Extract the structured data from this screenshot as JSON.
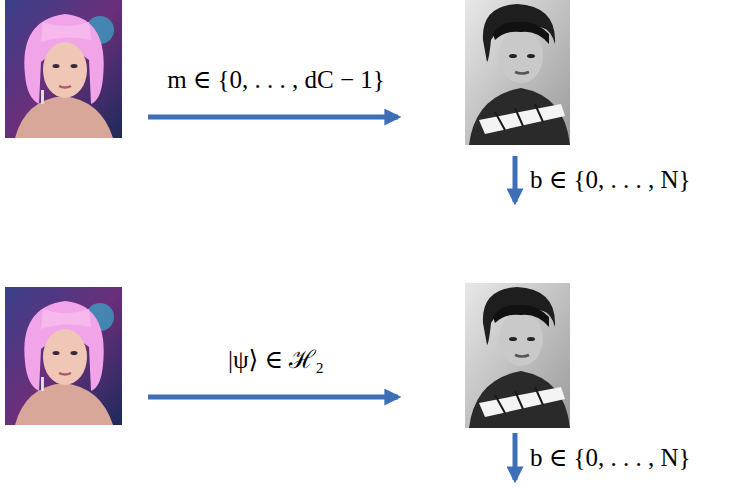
{
  "diagram": {
    "labels": [
      "m ∈ {0, . . . , dC − 1}",
      "b ∈ {0, . . . , N}",
      "|ψ⟩ ∈ ℋ₂",
      "b ∈ {0, . . . , N}"
    ]
  }
}
